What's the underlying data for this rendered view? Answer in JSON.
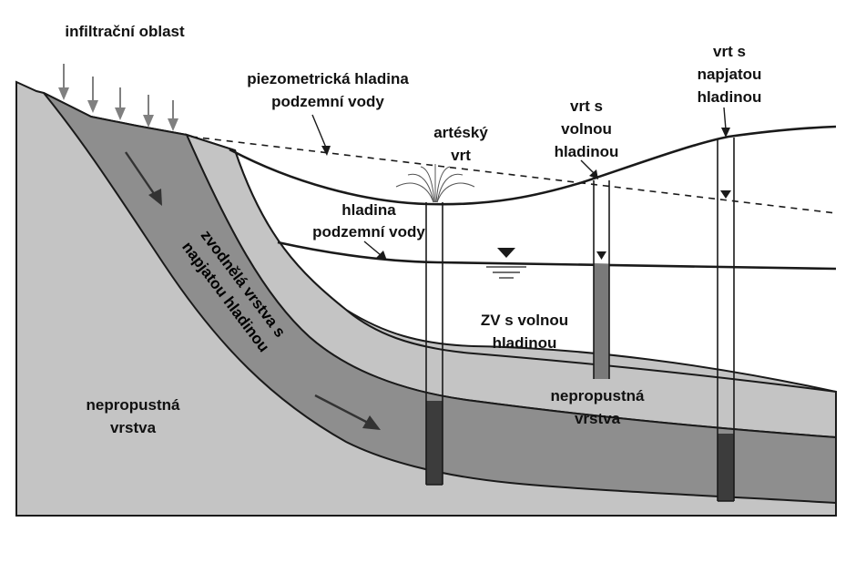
{
  "labels": {
    "infiltration_area": "infiltrační oblast",
    "piezometric_line1": "piezometrická hladina",
    "piezometric_line2": "podzemní vody",
    "artesian_line1": "artéský",
    "artesian_line2": "vrt",
    "free_well_line1": "vrt s",
    "free_well_line2": "volnou",
    "free_well_line3": "hladinou",
    "confined_well_line1": "vrt s",
    "confined_well_line2": "napjatou",
    "confined_well_line3": "hladinou",
    "water_table_line1": "hladina",
    "water_table_line2": "podzemní vody",
    "free_aquifer_line1": "ZV s volnou",
    "free_aquifer_line2": "hladinou",
    "aquifer_line1": "zvodnělá vrstva s",
    "aquifer_line2": "napjatou hladinou",
    "impermeable_left_line1": "nepropustná",
    "impermeable_left_line2": "vrstva",
    "impermeable_right_line1": "nepropustná",
    "impermeable_right_line2": "vrstva"
  },
  "colors": {
    "impermeable": "#c4c4c4",
    "aquifer": "#8e8e8e",
    "well_water": "#7a7a7a",
    "well_dark": "#3c3c3c",
    "line": "#1a1a1a"
  }
}
